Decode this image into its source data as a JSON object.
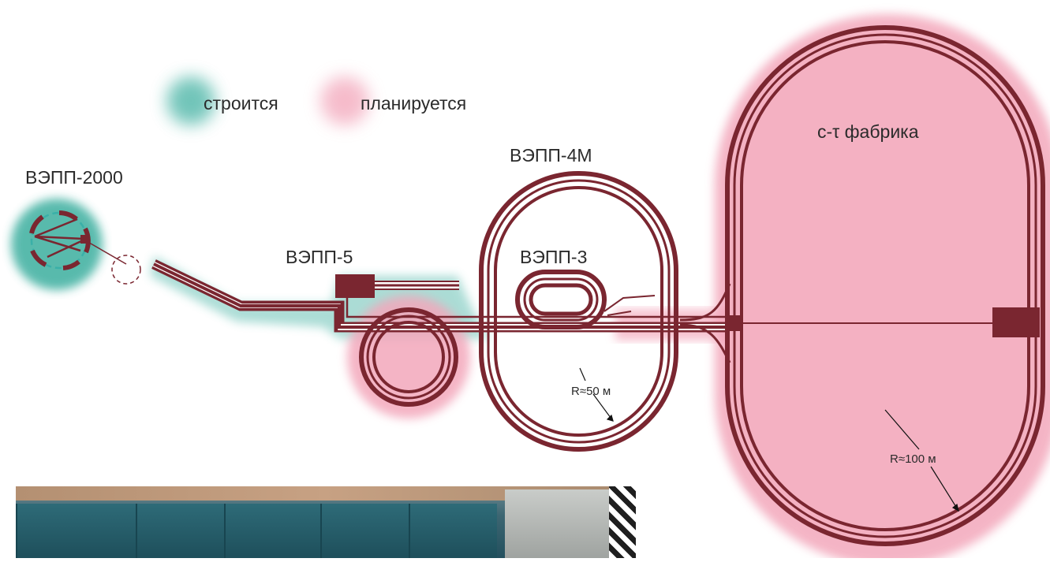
{
  "legend": {
    "building_label": "строится",
    "planned_label": "планируется",
    "building_color": "#46b3a4",
    "planned_color": "#f3a7bb"
  },
  "labels": {
    "vepp2000": "ВЭПП-2000",
    "vepp5": "ВЭПП-5",
    "vepp4m": "ВЭПП-4М",
    "vepp3": "ВЭПП-3",
    "ctau": "c-τ фабрика",
    "r50": "R≈50 м",
    "r100": "R≈100 м"
  },
  "colors": {
    "ring": "#7a2630",
    "planned_fill": "#f3aec0"
  }
}
